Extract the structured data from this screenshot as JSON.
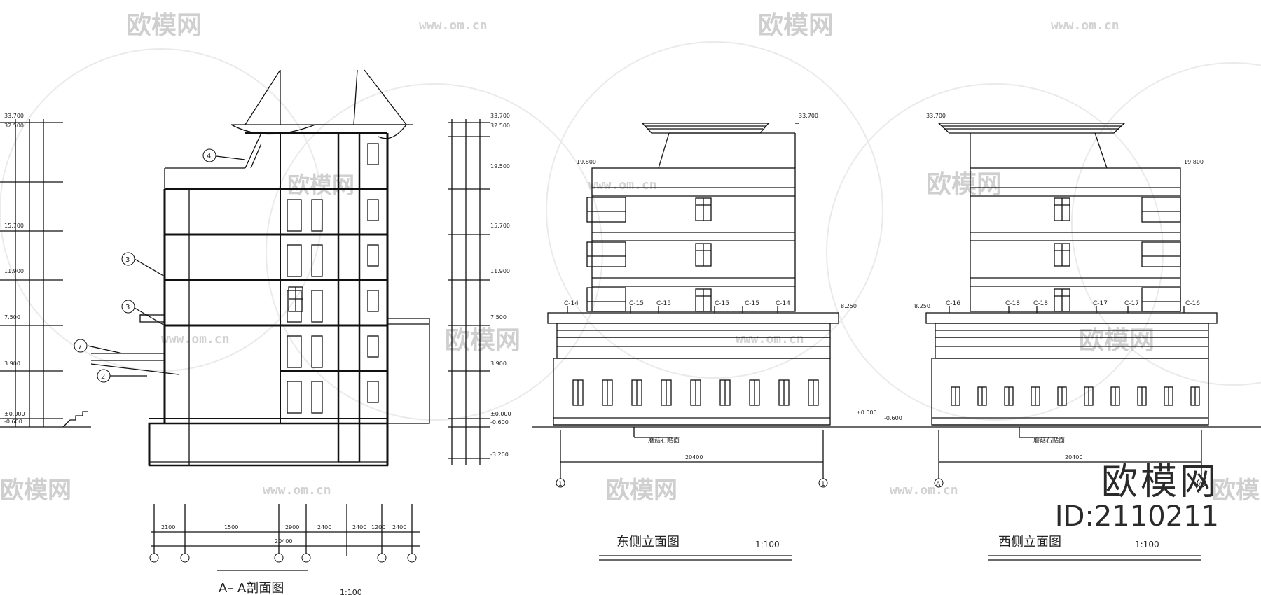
{
  "section": {
    "title": "A– A剖面图",
    "scale": "1:100",
    "elev_left": [
      "33.700",
      "32.500",
      "+",
      "15.700",
      "11.900",
      "7.500",
      "3.900",
      "±0.000",
      "-0.600"
    ],
    "elev_right": [
      "33.700",
      "32.500",
      "19.500",
      "15.700",
      "11.900",
      "7.500",
      "3.900",
      "±0.000",
      "-0.600",
      "-3.200"
    ],
    "dims_bottom": [
      "2100",
      "1500",
      "2900",
      "2400",
      "2400",
      "1200",
      "2400"
    ],
    "dim_total": "20400",
    "callouts": [
      "4",
      "3",
      "3",
      "7",
      "2"
    ]
  },
  "east": {
    "title": "东侧立面图",
    "scale": "1:100",
    "labels": [
      "C-14",
      "C-15",
      "C-15",
      "C-15",
      "C-15",
      "C-14"
    ],
    "elev_top": "33.700",
    "elev_roof": "19.800",
    "elev_platform": "8.250",
    "elev_ground": "±0.000",
    "elev_base": "-0.600",
    "base_note": "蘑菇石贴面",
    "dim_total": "20400",
    "axes": [
      "1",
      "1"
    ]
  },
  "west": {
    "title": "西侧立面图",
    "scale": "1:100",
    "labels": [
      "C-16",
      "C-18",
      "C-18",
      "C-17",
      "C-17",
      "C-16"
    ],
    "elev_top": "33.700",
    "elev_roof": "19.800",
    "elev_platform": "8.250",
    "base_note": "蘑菇石贴面",
    "dim_total": "20400",
    "axes": [
      "A",
      "A"
    ]
  },
  "watermarks": {
    "brand": "欧模网",
    "url": "www.om.cn"
  },
  "brand_block": {
    "name": "欧模网",
    "id": "ID:2110211"
  }
}
